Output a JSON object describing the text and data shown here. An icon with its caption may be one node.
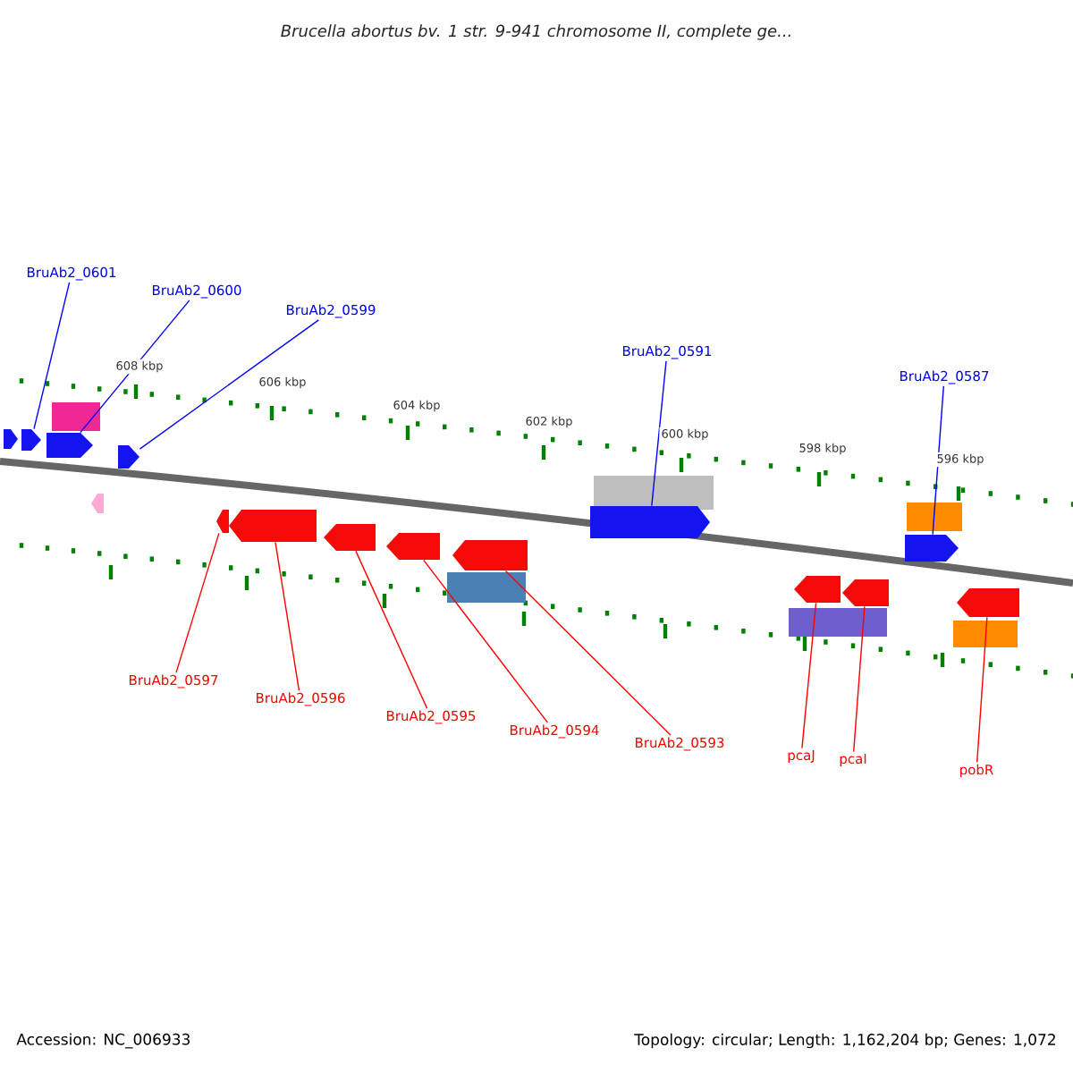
{
  "diagram": {
    "title": "Brucella abortus bv. 1 str. 9-941 chromosome II, complete ge...",
    "nodes": [
      {
        "text": [
          "BruAb2_0601"
        ]
      },
      {
        "text": [
          "BruAb2_0600"
        ]
      },
      {
        "text": [
          "BruAb2_0599"
        ]
      },
      {
        "text": [
          "BruAb2_0591"
        ]
      },
      {
        "text": [
          "BruAb2_0587"
        ]
      },
      {
        "text": [
          "BruAb2_0597"
        ]
      },
      {
        "text": [
          "BruAb2_0596"
        ]
      },
      {
        "text": [
          "BruAb2_0595"
        ]
      },
      {
        "text": [
          "BruAb2_0594"
        ]
      },
      {
        "text": [
          "BruAb2_0593"
        ]
      },
      {
        "text": [
          "pcaJ"
        ]
      },
      {
        "text": [
          "pcaI"
        ]
      },
      {
        "text": [
          "pobR"
        ]
      },
      {
        "text": [],
        "shape": "arrow"
      },
      {
        "text": [],
        "shape": "arrow"
      },
      {
        "text": [],
        "shape": "arrow"
      },
      {
        "text": [],
        "shape": "arrow"
      },
      {
        "text": [],
        "shape": "arrow"
      },
      {
        "text": [],
        "shape": "arrow"
      },
      {
        "text": [],
        "shape": "arrow"
      },
      {
        "text": [],
        "shape": "arrow"
      },
      {
        "text": [],
        "shape": "arrow"
      },
      {
        "text": [],
        "shape": "arrow"
      },
      {
        "text": [],
        "shape": "arrow"
      },
      {
        "text": [],
        "shape": "arrow"
      },
      {
        "text": [],
        "shape": "arrow"
      }
    ],
    "edges": [
      {
        "from": 0,
        "to": 13,
        "arrow": "none",
        "color": "#0000ff"
      },
      {
        "from": 1,
        "to": 14,
        "arrow": "none",
        "color": "#0000ff"
      },
      {
        "from": 2,
        "to": 15,
        "arrow": "none",
        "color": "#0000ff"
      },
      {
        "from": 3,
        "to": 16,
        "arrow": "none",
        "color": "#0000ff"
      },
      {
        "from": 4,
        "to": 17,
        "arrow": "none",
        "color": "#0000ff"
      },
      {
        "from": 5,
        "to": 18,
        "arrow": "none",
        "color": "#ff0000"
      },
      {
        "from": 6,
        "to": 19,
        "arrow": "none",
        "color": "#ff0000"
      },
      {
        "from": 7,
        "to": 20,
        "arrow": "none",
        "color": "#ff0000"
      },
      {
        "from": 8,
        "to": 21,
        "arrow": "none",
        "color": "#ff0000"
      },
      {
        "from": 9,
        "to": 22,
        "arrow": "none",
        "color": "#ff0000"
      },
      {
        "from": 10,
        "to": 23,
        "arrow": "none",
        "color": "#ff0000"
      },
      {
        "from": 11,
        "to": 24,
        "arrow": "none",
        "color": "#ff0000"
      },
      {
        "from": 12,
        "to": 25,
        "arrow": "none",
        "color": "#ff0000"
      }
    ],
    "labels": [
      "608 kbp",
      "606 kbp",
      "604 kbp",
      "602 kbp",
      "600 kbp",
      "598 kbp",
      "596 kbp",
      "Accession: NC_006933",
      "Topology: circular; Length: 1,162,204 bp; Genes: 1,072"
    ]
  }
}
